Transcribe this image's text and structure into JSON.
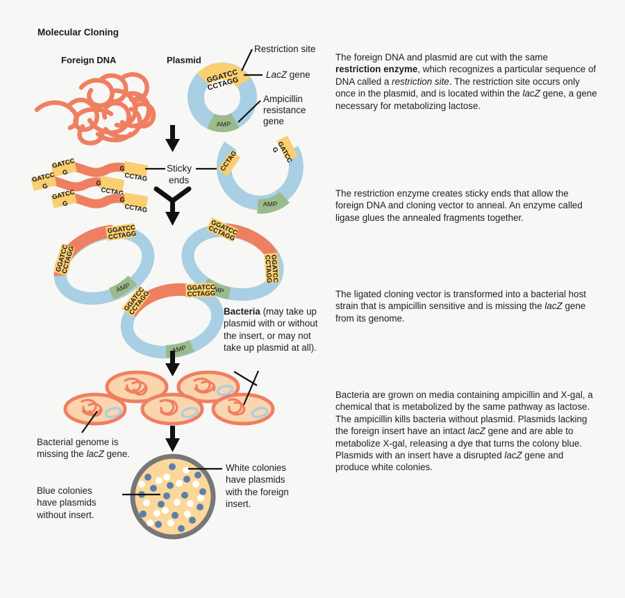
{
  "title": "Molecular Cloning",
  "headings": {
    "foreign_dna": "Foreign DNA",
    "plasmid": "Plasmid"
  },
  "callouts": {
    "restriction_site": "Restriction site",
    "lacz_gene": "LacZ gene",
    "amp_resistance_line1": "Ampicillin",
    "amp_resistance_line2": "resistance",
    "amp_resistance_line3": "gene",
    "sticky_ends_line1": "Sticky",
    "sticky_ends_line2": "ends",
    "bacterial_genome_line1": "Bacterial genome is",
    "bacterial_genome_line2": "missing the lacZ gene.",
    "bacterial_genome_italic": "lacZ",
    "blue_colonies_line1": "Blue colonies",
    "blue_colonies_line2": "have plasmids",
    "blue_colonies_line3": "without insert.",
    "white_colonies_line1": "White colonies",
    "white_colonies_line2": "have plasmids",
    "white_colonies_line3": "with the foreign",
    "white_colonies_line4": "insert."
  },
  "bacteria_note": {
    "bold": "Bacteria",
    "rest": " (may take up plasmid with or without the insert, or may not take up plasmid at all)."
  },
  "sequences": {
    "amp_label": "AMP",
    "top_strand": "GGATCC",
    "bottom_strand": "CCTAGG",
    "sticky_left_top": "GATCC",
    "sticky_left_bottom": "G",
    "sticky_right_top": "G",
    "sticky_right_bottom": "CCTAG"
  },
  "paragraphs": [
    {
      "id": "p1",
      "text_runs": [
        {
          "t": "The foreign DNA and plasmid are cut with the same ",
          "s": "normal"
        },
        {
          "t": "restriction enzyme",
          "s": "bold"
        },
        {
          "t": ", which recognizes a particular sequence of DNA called a ",
          "s": "normal"
        },
        {
          "t": "restriction site",
          "s": "italic"
        },
        {
          "t": ". The restriction site occurs only once in the plasmid, and is located within the ",
          "s": "normal"
        },
        {
          "t": "lacZ",
          "s": "italic"
        },
        {
          "t": " gene, a gene necessary for metabolizing lactose.",
          "s": "normal"
        }
      ]
    },
    {
      "id": "p2",
      "text_runs": [
        {
          "t": "The restriction enzyme creates sticky ends that allow the foreign DNA and cloning vector to anneal. An enzyme called ligase glues the annealed fragments together.",
          "s": "normal"
        }
      ]
    },
    {
      "id": "p3",
      "text_runs": [
        {
          "t": "The ligated cloning vector is transformed into a bacterial host strain that is ampicillin sensitive and is missing the ",
          "s": "normal"
        },
        {
          "t": "lacZ",
          "s": "italic"
        },
        {
          "t": " gene from its genome.",
          "s": "normal"
        }
      ]
    },
    {
      "id": "p4",
      "text_runs": [
        {
          "t": "Bacteria are grown on media containing ampicillin and X-gal, a chemical that is metabolized by the same pathway as lactose. The ampicillin kills bacteria without plasmid. Plasmids lacking the foreign insert have an intact ",
          "s": "normal"
        },
        {
          "t": "lacZ",
          "s": "italic"
        },
        {
          "t": " gene and are able to metabolize X-gal, releasing a dye that turns the colony blue. Plasmids with an insert have a disrupted ",
          "s": "normal"
        },
        {
          "t": "lacZ",
          "s": "italic"
        },
        {
          "t": " gene and produce white colonies.",
          "s": "normal"
        }
      ]
    }
  ],
  "colors": {
    "background": "#f7f7f5",
    "plasmid_backbone": "#a8cfe3",
    "lacz_yellow": "#f9cf72",
    "amp_green": "#9cbb8c",
    "foreign_dna": "#ef7f61",
    "bacteria_fill": "#fbd5ae",
    "bacteria_stroke": "#ef7f61",
    "plate_fill": "#fbd89a",
    "plate_ring": "#77777a",
    "colony_blue": "#5c7fab",
    "colony_white": "#ffffff",
    "text": "#1a1a1a",
    "leader_line": "#111111"
  },
  "plate": {
    "blue_colony_count": 17,
    "white_colony_count": 15
  },
  "bacteria_cells": [
    {
      "id": "cell-1",
      "has_plasmid": true
    },
    {
      "id": "cell-2",
      "has_plasmid": false
    },
    {
      "id": "cell-3",
      "has_plasmid": true
    },
    {
      "id": "cell-4",
      "has_plasmid": true
    },
    {
      "id": "cell-5",
      "has_plasmid": true
    }
  ]
}
